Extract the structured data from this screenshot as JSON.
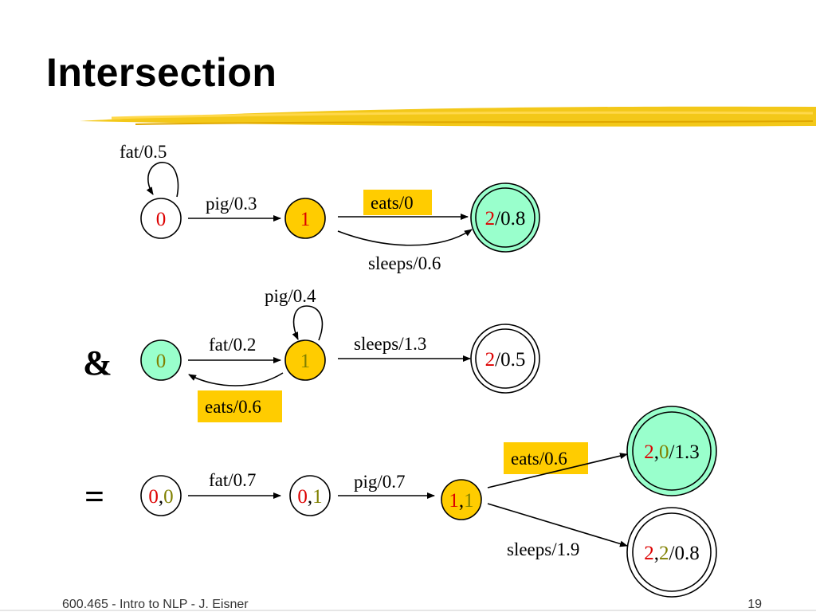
{
  "slide": {
    "title": "Intersection",
    "footer": "600.465 - Intro to NLP - J. Eisner",
    "page_number": "19"
  },
  "colors": {
    "yellow_state": "#ffcc00",
    "green_state": "#99ffcc",
    "red_text": "#dd0000",
    "olive_text": "#808000",
    "highlight_label": "#ffcc00",
    "brush_stroke": "#f2c200"
  },
  "machine_a": {
    "states": [
      {
        "id": "0",
        "final": false
      },
      {
        "id": "1",
        "final": false
      },
      {
        "id": "2",
        "weight": "/0.8",
        "final": true
      }
    ],
    "arcs": {
      "fat": "fat/0.5",
      "pig": "pig/0.3",
      "eats": "eats/0",
      "sleeps": "sleeps/0.6"
    }
  },
  "operator_and": "&",
  "machine_b": {
    "states": [
      {
        "id": "0",
        "final": false
      },
      {
        "id": "1",
        "final": false
      },
      {
        "id": "2",
        "weight": "/0.5",
        "final": true
      }
    ],
    "arcs": {
      "pig": "pig/0.4",
      "fat": "fat/0.2",
      "sleeps": "sleeps/1.3",
      "eats": "eats/0.6"
    }
  },
  "operator_eq": "=",
  "machine_c": {
    "states": [
      {
        "a": "0",
        "comma": ",",
        "b": "0",
        "final": false
      },
      {
        "a": "0",
        "comma": ",",
        "b": "1",
        "final": false
      },
      {
        "a": "1",
        "comma": ",",
        "b": "1",
        "final": false
      },
      {
        "a": "2",
        "comma": ",",
        "b": "0",
        "weight": "/1.3",
        "final": true
      },
      {
        "a": "2",
        "comma": ",",
        "b": "2",
        "weight": "/0.8",
        "final": true
      }
    ],
    "arcs": {
      "fat": "fat/0.7",
      "pig": "pig/0.7",
      "eats": "eats/0.6",
      "sleeps": "sleeps/1.9"
    }
  }
}
